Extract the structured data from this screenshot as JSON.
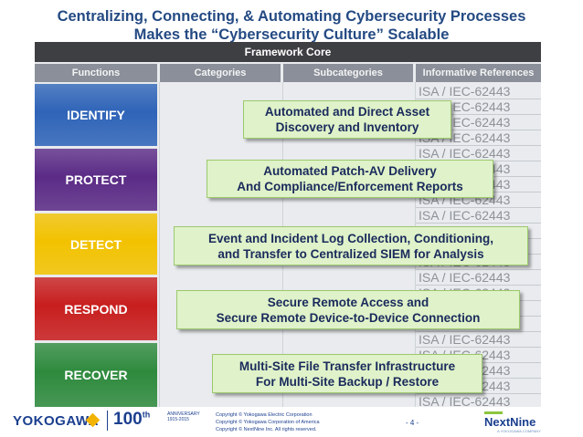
{
  "title": {
    "line1": "Centralizing, Connecting, & Automating Cybersecurity Processes",
    "line2": "Makes the “Cybersecurity Culture” Scalable"
  },
  "framework": {
    "core_label": "Framework Core",
    "headers": [
      "Functions",
      "Categories",
      "Subcategories",
      "Informative References"
    ],
    "functions": [
      {
        "label": "IDENTIFY",
        "color": "#2f64b8"
      },
      {
        "label": "PROTECT",
        "color": "#5b2b86"
      },
      {
        "label": "DETECT",
        "color": "#f2c200"
      },
      {
        "label": "RESPOND",
        "color": "#c81e1e"
      },
      {
        "label": "RECOVER",
        "color": "#2e8a3d"
      }
    ],
    "reference_text": "ISA / IEC-62443"
  },
  "callouts": [
    {
      "line1": "Automated and Direct Asset",
      "line2": "Discovery and Inventory"
    },
    {
      "line1": "Automated Patch-AV Delivery",
      "line2": "And Compliance/Enforcement Reports"
    },
    {
      "line1": "Event and Incident Log Collection, Conditioning,",
      "line2": "and Transfer to Centralized SIEM for Analysis"
    },
    {
      "line1": "Secure Remote Access and",
      "line2": "Secure Remote Device-to-Device Connection"
    },
    {
      "line1": "Multi-Site File Transfer Infrastructure",
      "line2": "For Multi-Site Backup / Restore"
    }
  ],
  "footer": {
    "yokogawa": "YOKOGAWA",
    "hundred": "100",
    "th": "th",
    "anniversary": "ANNIVERSARY",
    "years": "1915-2015",
    "copyright": [
      "Copyright © Yokogawa Electric Corporation",
      "Copyright © Yokogawa Corporation of America",
      "Copyright © NextNine Inc. All rights reserved."
    ],
    "page": "- 4 -",
    "nextnine": "NextNine",
    "nextnine_tag": "A YOKOGAWA COMPANY"
  }
}
